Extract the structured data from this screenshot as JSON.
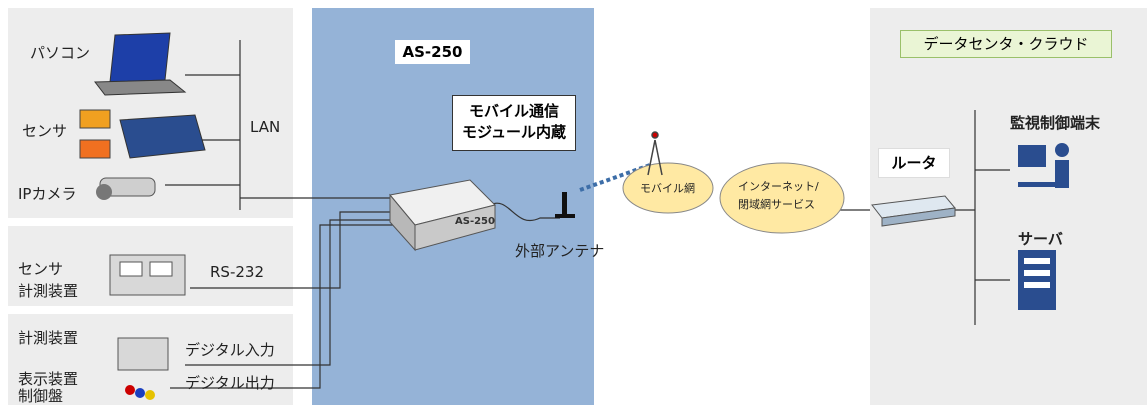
{
  "title_device": "AS-250",
  "module_note": [
    "モバイル通信",
    "モジュール内蔵"
  ],
  "cloud_title": "データセンタ・クラウド",
  "left": {
    "lan_group": {
      "pc": "パソコン",
      "sensor": "センサ",
      "ipcam": "IPカメラ",
      "lan": "LAN"
    },
    "serial_group": {
      "sensor_line1": "センサ",
      "sensor_line2": "計測装置",
      "rs232": "RS-232"
    },
    "io_group": {
      "measure": "計測装置",
      "display_line1": "表示装置",
      "display_line2": "制御盤",
      "digital_in": "デジタル入力",
      "digital_out": "デジタル出力"
    }
  },
  "device_text": "AS-250",
  "antenna_label": "外部アンテナ",
  "mobile_net": "モバイル網",
  "internet": [
    "インターネット/",
    "閉域網サービス"
  ],
  "router": "ルータ",
  "monitor_terminal": "監視制御端末",
  "server": "サーバ"
}
